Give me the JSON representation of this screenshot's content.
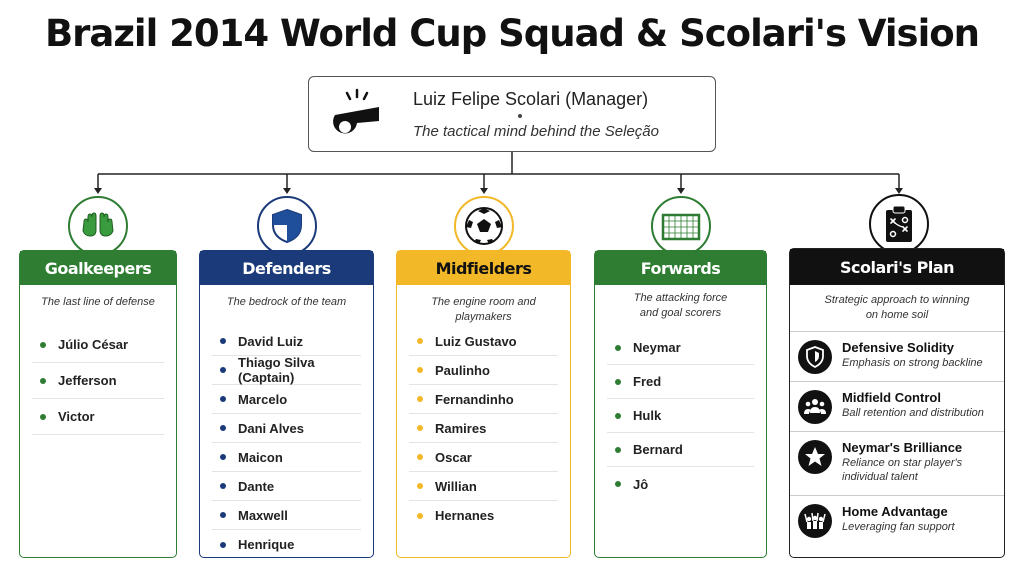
{
  "title": "Brazil 2014 World Cup Squad & Scolari's Vision",
  "manager": {
    "name": "Luiz Felipe Scolari (Manager)",
    "subtitle": "The tactical mind behind the Seleção",
    "icon": "whistle-icon"
  },
  "columns": [
    {
      "key": "goalkeepers",
      "title": "Goalkeepers",
      "description": "The last line of defense",
      "color": "#2e7d32",
      "icon": "goalkeeper-gloves-icon",
      "players": [
        "Júlio César",
        "Jefferson",
        "Victor"
      ]
    },
    {
      "key": "defenders",
      "title": "Defenders",
      "description": "The bedrock of the team",
      "color": "#1a3a7a",
      "icon": "shield-icon",
      "players": [
        "David Luiz",
        "Thiago Silva (Captain)",
        "Marcelo",
        "Dani Alves",
        "Maicon",
        "Dante",
        "Maxwell",
        "Henrique"
      ]
    },
    {
      "key": "midfielders",
      "title": "Midfielders",
      "description": "The engine room and playmakers",
      "color": "#f2b827",
      "icon": "soccer-ball-icon",
      "players": [
        "Luiz Gustavo",
        "Paulinho",
        "Fernandinho",
        "Ramires",
        "Oscar",
        "Willian",
        "Hernanes"
      ]
    },
    {
      "key": "forwards",
      "title": "Forwards",
      "description_lines": [
        "The attacking force",
        "and goal scorers"
      ],
      "color": "#2e7d32",
      "icon": "goal-net-icon",
      "players": [
        "Neymar",
        "Fred",
        "Hulk",
        "Bernard",
        "Jô"
      ]
    }
  ],
  "plan": {
    "title": "Scolari's Plan",
    "description_lines": [
      "Strategic approach to winning",
      "on home soil"
    ],
    "icon": "clipboard-tactics-icon",
    "items": [
      {
        "title": "Defensive Solidity",
        "desc_lines": [
          "Emphasis on strong backline"
        ],
        "icon": "shield-icon"
      },
      {
        "title": "Midfield Control",
        "desc_lines": [
          "Ball retention and distribution"
        ],
        "icon": "team-icon"
      },
      {
        "title": "Neymar's Brilliance",
        "desc_lines": [
          "Reliance on star player's",
          "individual talent"
        ],
        "icon": "star-icon"
      },
      {
        "title": "Home Advantage",
        "desc_lines": [
          "Leveraging fan support"
        ],
        "icon": "fans-icon"
      }
    ]
  }
}
